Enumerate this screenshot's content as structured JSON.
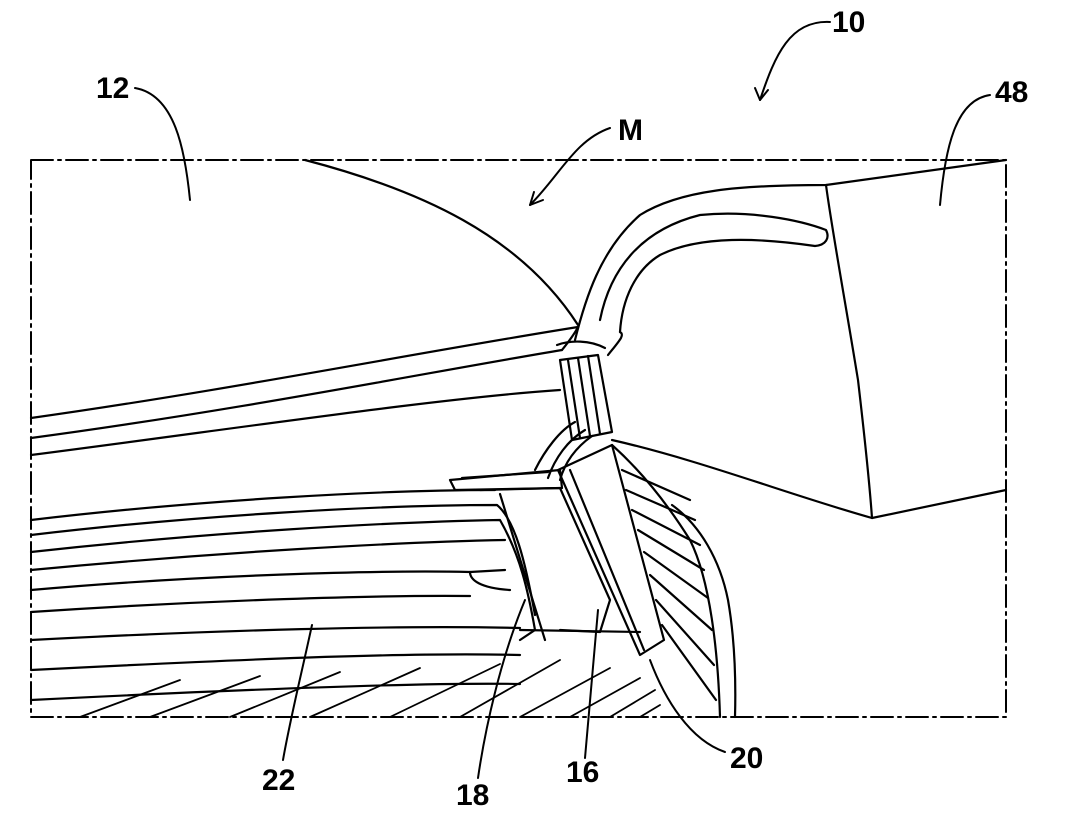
{
  "figure": {
    "reference_labels": {
      "assembly": "10",
      "body": "12",
      "mechanism": "M",
      "side_part": "48",
      "lid": "22",
      "flap": "18",
      "hinge_arm": "16",
      "bracket": "20"
    },
    "colors": {
      "ink": "#000000",
      "paper": "#ffffff"
    }
  }
}
